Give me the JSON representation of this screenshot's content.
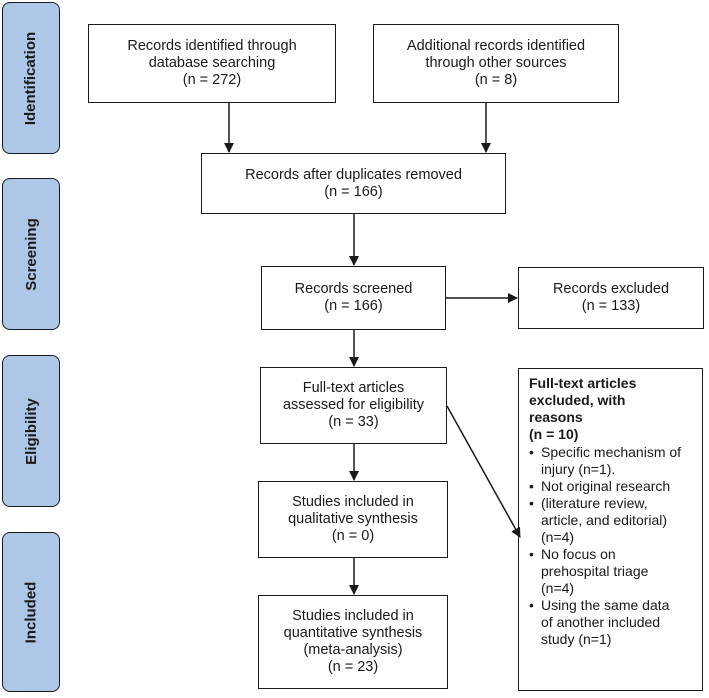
{
  "phases": {
    "identification": "Identification",
    "screening": "Screening",
    "eligibility": "Eligibility",
    "included": "Included"
  },
  "boxes": {
    "db_search": {
      "line1": "Records identified through",
      "line2": "database searching",
      "line3": "(n = 272)"
    },
    "other_sources": {
      "line1": "Additional records identified",
      "line2": "through other sources",
      "line3": "(n = 8)"
    },
    "dedup": {
      "line1": "Records after duplicates removed",
      "line2": "(n = 166)"
    },
    "screened": {
      "line1": "Records screened",
      "line2": "(n = 166)"
    },
    "excluded": {
      "line1": "Records excluded",
      "line2": "(n = 133)"
    },
    "fulltext": {
      "line1": "Full-text articles",
      "line2": "assessed for eligibility",
      "line3": "(n = 33)"
    },
    "qualitative": {
      "line1": "Studies included in",
      "line2": "qualitative synthesis",
      "line3": "(n = 0)"
    },
    "quantitative": {
      "line1": "Studies included in",
      "line2": "quantitative synthesis",
      "line3": "(meta-analysis)",
      "line4": "(n = 23)"
    }
  },
  "exclusions": {
    "title_1": "Full-text articles",
    "title_2": "excluded, with",
    "title_3": "reasons",
    "title_4": "(n = 10)",
    "reasons": [
      {
        "line1": "Specific mechanism of",
        "line2": "injury (n=1)."
      },
      {
        "line1": "Not original research"
      },
      {
        "line1": "(literature review,",
        "line2": "article, and editorial)",
        "line3": "(n=4)"
      },
      {
        "line1": "No focus on",
        "line2": "prehospital triage",
        "line3": "(n=4)"
      },
      {
        "line1": "Using the same data",
        "line2": "of another included",
        "line3": "study (n=1)"
      }
    ]
  },
  "colors": {
    "phase_fill": "#aec7e6",
    "stroke": "#1a1a1a"
  }
}
